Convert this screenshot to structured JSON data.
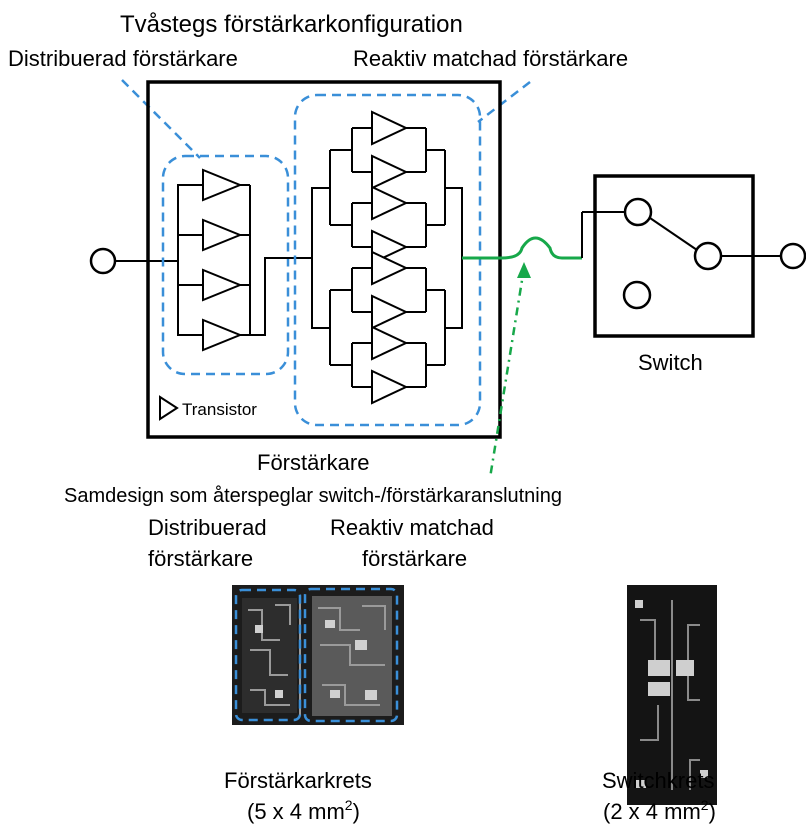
{
  "diagram": {
    "title": "Tvåstegs förstärkarkonfiguration",
    "distributed_label": "Distribuerad förstärkare",
    "reactive_label": "Reaktiv matchad förstärkare",
    "legend_transistor": "Transistor",
    "switch_label": "Switch",
    "amplifier_label": "Förstärkare",
    "codesign_label": "Samdesign som återspeglar switch-/förstärkaranslutning",
    "photo_distributed_line1": "Distribuerad",
    "photo_distributed_line2": "förstärkare",
    "photo_reactive_line1": "Reaktiv matchad",
    "photo_reactive_line2": "förstärkare",
    "amp_chip_label": "Förstärkarkrets",
    "amp_chip_size": "(5 x 4 mm",
    "switch_chip_label": "Switchkrets",
    "switch_chip_size": "(2 x 4 mm",
    "size_superscript": "2",
    "size_close": ")"
  },
  "colors": {
    "blue_dash": "#3a8fd8",
    "green": "#17a84a",
    "chip_bg": "#1c1c1c"
  }
}
